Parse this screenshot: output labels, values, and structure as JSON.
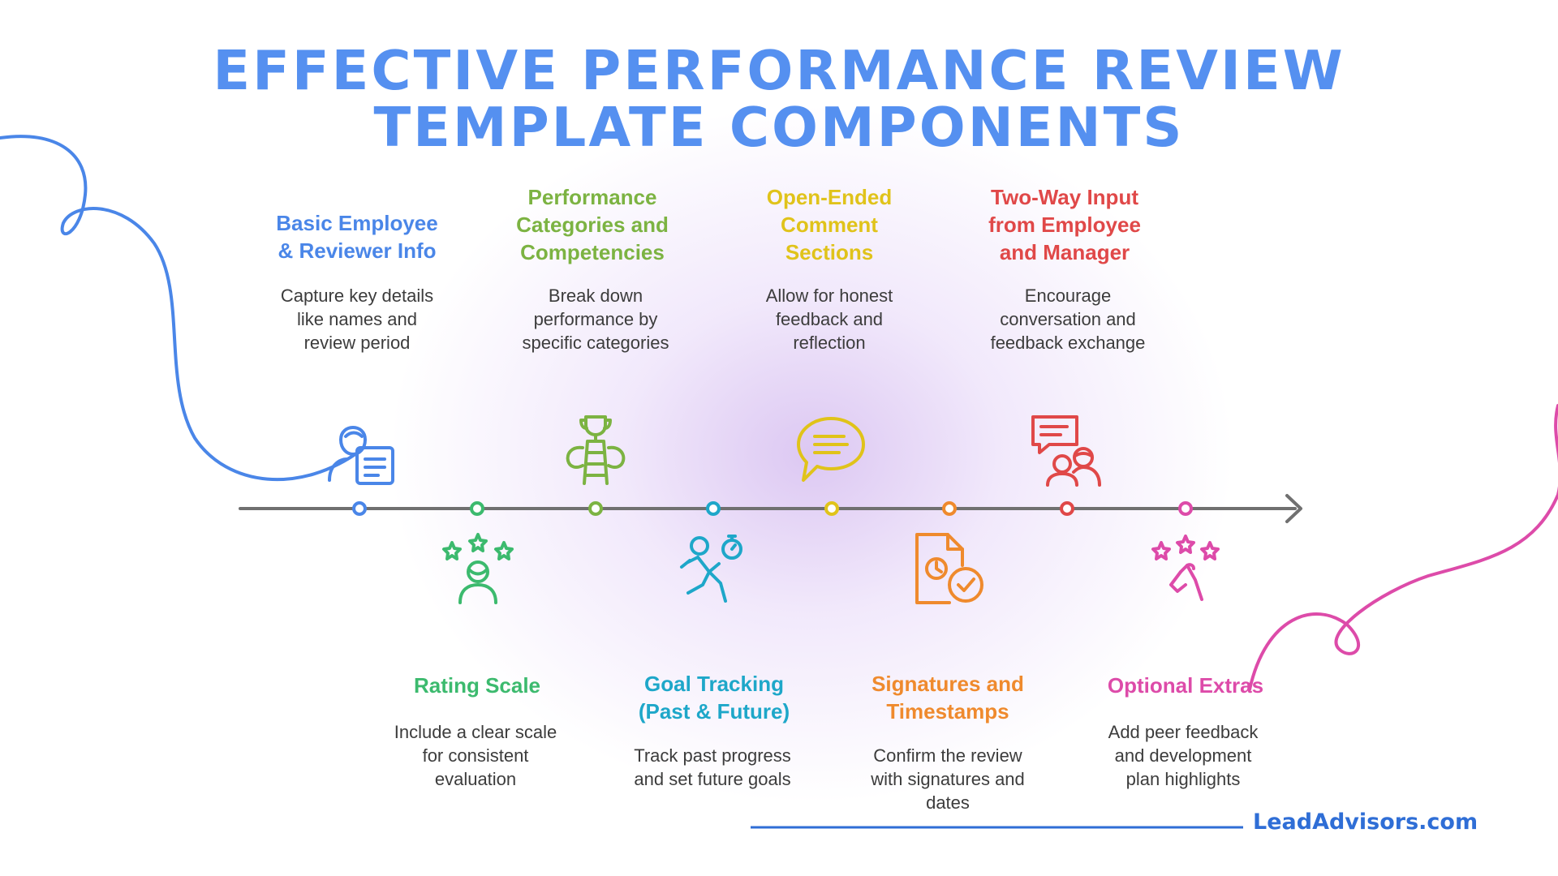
{
  "title": {
    "line1": "EFFECTIVE PERFORMANCE REVIEW",
    "line2": "TEMPLATE COMPONENTS"
  },
  "items": [
    {
      "title_lines": [
        "Basic Employee",
        "& Reviewer Info"
      ],
      "description_lines": [
        "Capture key details",
        "like names and",
        "review period"
      ],
      "color": "#4a86e8",
      "icon": "person-document-icon"
    },
    {
      "title_lines": [
        "Rating Scale"
      ],
      "description_lines": [
        "Include a clear scale",
        "for consistent",
        "evaluation"
      ],
      "color": "#3cba6e",
      "icon": "star-rating-person-icon"
    },
    {
      "title_lines": [
        "Performance",
        "Categories and",
        "Competencies"
      ],
      "description_lines": [
        "Break down",
        "performance by",
        "specific categories"
      ],
      "color": "#7cb342",
      "icon": "trophy-ladder-icon"
    },
    {
      "title_lines": [
        "Goal Tracking",
        "(Past & Future)"
      ],
      "description_lines": [
        "Track past progress",
        "and set future goals"
      ],
      "color": "#1ea7c9",
      "icon": "running-stopwatch-icon"
    },
    {
      "title_lines": [
        "Open-Ended",
        "Comment",
        "Sections"
      ],
      "description_lines": [
        "Allow for honest",
        "feedback and",
        "reflection"
      ],
      "color": "#e0c31a",
      "icon": "speech-bubble-icon"
    },
    {
      "title_lines": [
        "Signatures and",
        "Timestamps"
      ],
      "description_lines": [
        "Confirm the review",
        "with signatures and",
        "dates"
      ],
      "color": "#ef8a2d",
      "icon": "document-clock-check-icon"
    },
    {
      "title_lines": [
        "Two-Way Input",
        "from Employee",
        "and Manager"
      ],
      "description_lines": [
        "Encourage",
        "conversation and",
        "feedback exchange"
      ],
      "color": "#e04848",
      "icon": "chat-people-icon"
    },
    {
      "title_lines": [
        "Optional Extras"
      ],
      "description_lines": [
        "Add peer feedback",
        "and development",
        "plan highlights"
      ],
      "color": "#dd4ba9",
      "icon": "stars-hand-icon"
    }
  ],
  "brand": "LeadAdvisors.com",
  "colors": {
    "title": "#5590f0",
    "timeline": "#707070",
    "brand": "#2f6ed6",
    "curve_left": "#4a86e8",
    "curve_right": "#dd4ba9"
  }
}
